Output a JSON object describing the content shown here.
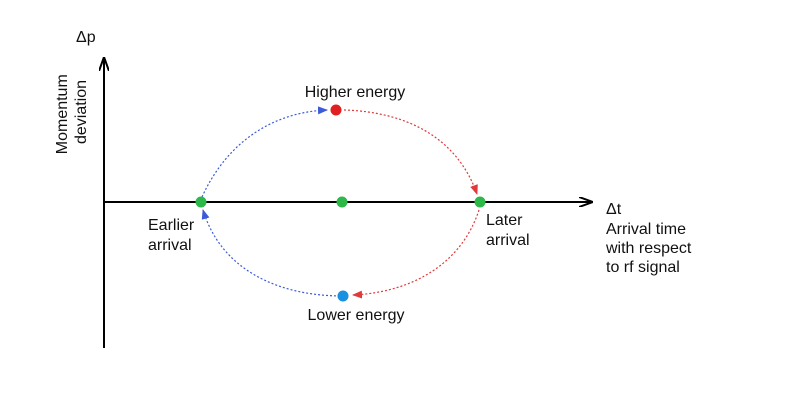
{
  "axes": {
    "y_symbol": "Δp",
    "y_label_lines": [
      "Momentum",
      "deviation"
    ],
    "x_symbol": "Δt",
    "x_label_lines": [
      "Arrival time",
      "with respect",
      "to rf signal"
    ]
  },
  "points": {
    "top": {
      "label": "Higher energy",
      "color": "#e02020"
    },
    "bottom": {
      "label": "Lower energy",
      "color": "#1a90e0"
    },
    "left": {
      "label_lines": [
        "Earlier",
        "arrival"
      ],
      "color": "#2fb84a"
    },
    "right": {
      "label_lines": [
        "Later",
        "arrival"
      ],
      "color": "#2fb84a"
    },
    "center": {
      "color": "#2fb84a"
    }
  },
  "trajectory": {
    "left_half_color": "#3d5bd8",
    "right_half_color": "#e03a3a"
  },
  "colors": {
    "axis": "#000000"
  }
}
